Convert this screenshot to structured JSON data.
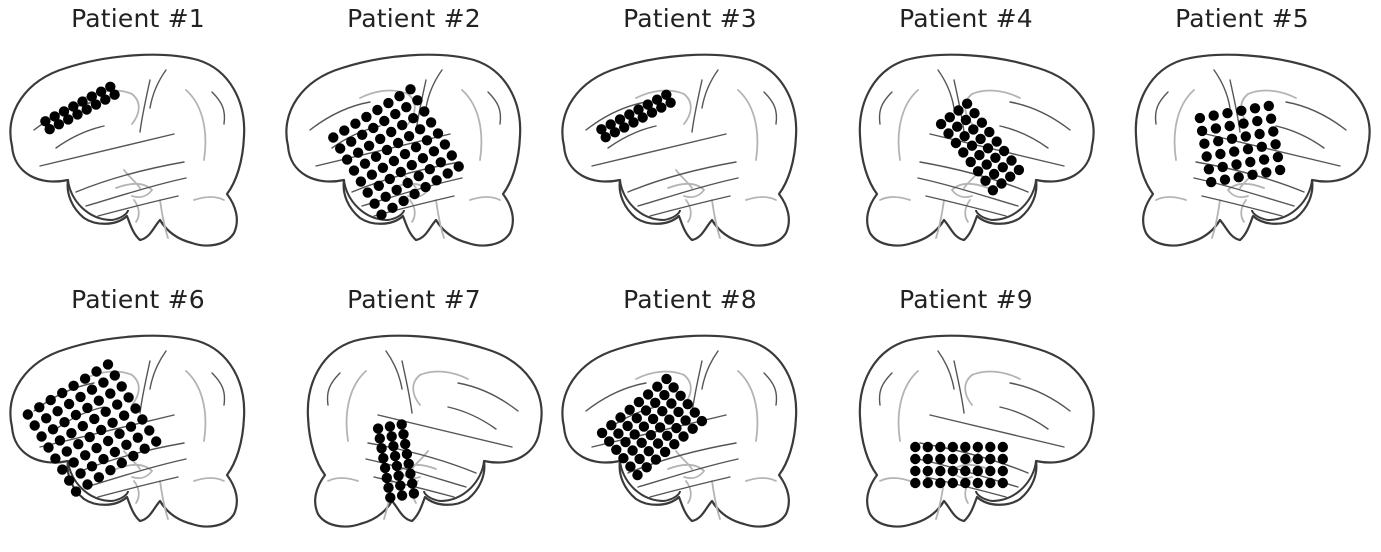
{
  "figure": {
    "patients": [
      {
        "label": "Patient #1",
        "hemisphere": "left",
        "grid": {
          "rows": 2,
          "cols": 8
        }
      },
      {
        "label": "Patient #2",
        "hemisphere": "left",
        "grid": {
          "rows": 8,
          "cols": 8
        }
      },
      {
        "label": "Patient #3",
        "hemisphere": "left",
        "grid": {
          "rows": 2,
          "cols": 8
        }
      },
      {
        "label": "Patient #4",
        "hemisphere": "right",
        "grid": {
          "rows": 4,
          "cols": 8
        }
      },
      {
        "label": "Patient #5",
        "hemisphere": "right",
        "grid": {
          "rows": 6,
          "cols": 6
        }
      },
      {
        "label": "Patient #6",
        "hemisphere": "left",
        "grid": {
          "rows": 8,
          "cols": 8
        }
      },
      {
        "label": "Patient #7",
        "hemisphere": "right",
        "grid": {
          "rows": 3,
          "cols": 8
        }
      },
      {
        "label": "Patient #8",
        "hemisphere": "left",
        "grid": {
          "rows": 6,
          "cols": 8
        }
      },
      {
        "label": "Patient #9",
        "hemisphere": "right",
        "grid": {
          "rows": 4,
          "cols": 8
        }
      }
    ],
    "colors": {
      "outline": "#3a3a3a",
      "sulcus_dark": "#555555",
      "sulcus_light": "#b4b4b4",
      "electrode": "#000000"
    }
  }
}
